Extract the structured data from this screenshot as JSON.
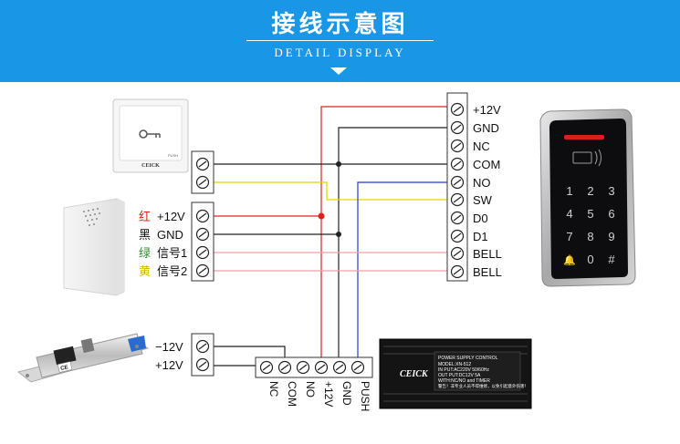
{
  "header": {
    "title": "接线示意图",
    "subtitle": "DETAIL DISPLAY"
  },
  "colors": {
    "header_bg": "#1a96e6",
    "wire_red": "#e02020",
    "wire_black": "#222222",
    "wire_blue": "#1a3fd6",
    "wire_yellow": "#e8d400",
    "wire_pink": "#f0a0a8",
    "wire_green": "#2e8b2e"
  },
  "keypad_terminals": [
    "+12V",
    "GND",
    "NC",
    "COM",
    "NO",
    "SW",
    "D0",
    "D1",
    "BELL",
    "BELL"
  ],
  "doorbell": {
    "terminals": [
      "+12V",
      "GND",
      "信号1",
      "信号2"
    ],
    "color_notes": [
      "红",
      "黑",
      "绿",
      "黄"
    ]
  },
  "lock_terminals": [
    "−12V",
    "+12V"
  ],
  "power_terminals": [
    "NC",
    "COM",
    "NO",
    "+12V",
    "GND",
    "PUSH"
  ],
  "exit_button": {
    "brand": "CEICK",
    "text": "PUSH"
  },
  "keypad_keys": [
    "1",
    "2",
    "3",
    "4",
    "5",
    "6",
    "7",
    "8",
    "9",
    "🔔",
    "0",
    "#"
  ],
  "power_supply": {
    "brand": "CEICK",
    "label_title": "POWER SUPPLY CONTROL",
    "model": "MODEL:XN-512",
    "input": "IN PUT:AC220V 50/60Hz",
    "output": "OUT PUT:DC12V 5A",
    "features": "WITH:NC/NO and TIMER",
    "warning": "警告！非专业人员不得维修，以免引起意外伤害！"
  },
  "lock_mark": "CE"
}
